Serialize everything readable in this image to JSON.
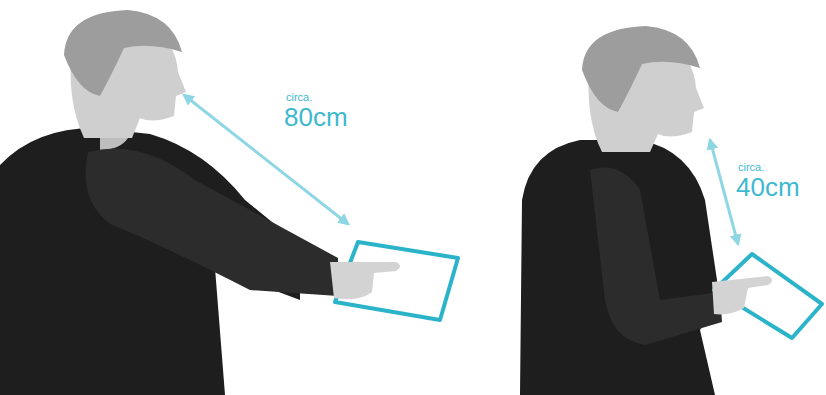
{
  "diagram": {
    "labels": [
      "circa.",
      "80cm",
      "circa.",
      "40cm"
    ]
  }
}
